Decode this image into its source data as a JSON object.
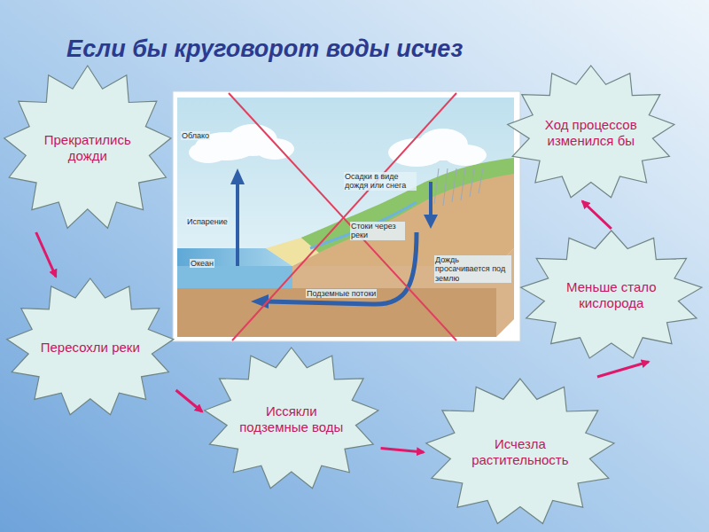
{
  "diagram": {
    "title": "Если бы круговорот воды исчез",
    "nodes": [
      {
        "text": [
          "Прекратились дожди"
        ]
      },
      {
        "text": [
          "Пересохли реки"
        ]
      },
      {
        "text": [
          "Иссякли подземные воды"
        ]
      },
      {
        "text": [
          "Исчезла растительность"
        ]
      },
      {
        "text": [
          "Меньше стало кислорода"
        ]
      },
      {
        "text": [
          "Ход процессов изменился бы"
        ]
      }
    ],
    "edges": [
      {
        "from": 0,
        "to": 1,
        "arrow": "to"
      },
      {
        "from": 1,
        "to": 2,
        "arrow": "to"
      },
      {
        "from": 2,
        "to": 3,
        "arrow": "to"
      },
      {
        "from": 3,
        "to": 4,
        "arrow": "to"
      },
      {
        "from": 4,
        "to": 5,
        "arrow": "to"
      }
    ],
    "labels": [
      "Облако",
      "Осадки в виде дождя или снега",
      "Испарение",
      "Стоки через реки",
      "Океан",
      "Дождь просачивается под землю",
      "Подземные потоки"
    ]
  }
}
